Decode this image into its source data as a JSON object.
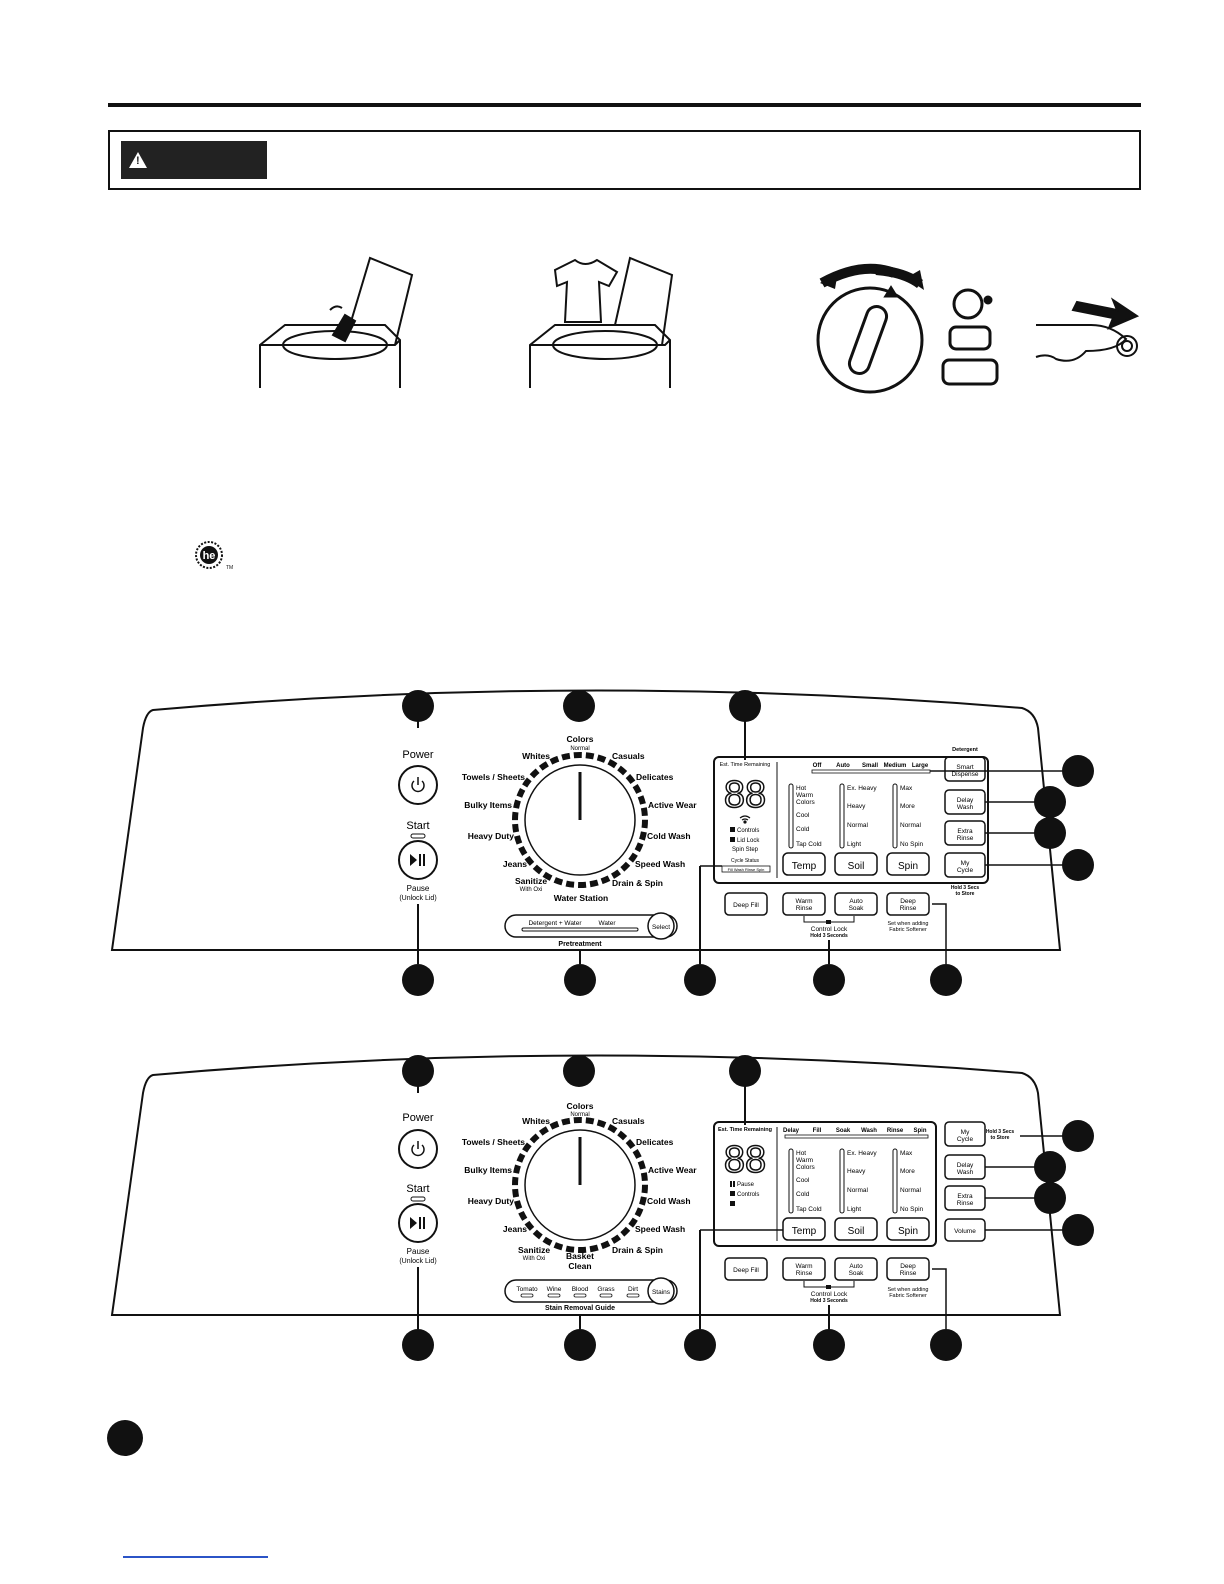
{
  "warning": {
    "badge_symbol": "!"
  },
  "panel_a": {
    "power_label": "Power",
    "start_label": "Start",
    "pause_label": "Pause",
    "unlock_label": "(Unlock Lid)",
    "dial_labels": {
      "colors": "Colors",
      "normal": "Normal",
      "whites": "Whites",
      "casuals": "Casuals",
      "towels": "Towels / Sheets",
      "delicates": "Delicates",
      "bulky": "Bulky Items",
      "active": "Active Wear",
      "heavy": "Heavy Duty",
      "cold": "Cold Wash",
      "jeans": "Jeans",
      "speed": "Speed Wash",
      "sanitize": "Sanitize",
      "oxi": "With Oxi",
      "drain": "Drain & Spin"
    },
    "water_station": "Water Station",
    "detergent_water": "Detergent + Water",
    "water": "Water",
    "select": "Select",
    "pretreatment": "Pretreatment",
    "est_time": "Est. Time Remaining",
    "digits": "88",
    "status": [
      "Controls",
      "Lid Lock",
      "Spin Step"
    ],
    "cycle_status": "Cycle Status",
    "cycle_steps": "Fill  Wash  Rinse  Spin",
    "dispense_levels": [
      "Off",
      "Auto",
      "Small",
      "Medium",
      "Large"
    ],
    "detergent_label": "Detergent",
    "temp_levels": [
      "Hot",
      "Warm",
      "Colors",
      "Cool",
      "Cold",
      "Tap Cold"
    ],
    "soil_levels": [
      "Ex. Heavy",
      "Heavy",
      "Normal",
      "Light"
    ],
    "spin_levels": [
      "Max",
      "More",
      "Normal",
      "No Spin"
    ],
    "temp_btn": "Temp",
    "soil_btn": "Soil",
    "spin_btn": "Spin",
    "smart_dispense": [
      "Smart",
      "Dispense"
    ],
    "delay_wash": [
      "Delay",
      "Wash"
    ],
    "extra_rinse": [
      "Extra",
      "Rinse"
    ],
    "my_cycle": [
      "My",
      "Cycle"
    ],
    "hold_store": [
      "Hold 3 Secs",
      "to Store"
    ],
    "deep_fill": "Deep Fill",
    "warm_rinse": [
      "Warm",
      "Rinse"
    ],
    "auto_soak": [
      "Auto",
      "Soak"
    ],
    "deep_rinse": [
      "Deep",
      "Rinse"
    ],
    "control_lock": "Control Lock",
    "hold_seconds": "Hold 3 Seconds",
    "softener": [
      "Set when adding",
      "Fabric Softener"
    ]
  },
  "panel_b": {
    "power_label": "Power",
    "start_label": "Start",
    "pause_label": "Pause",
    "unlock_label": "(Unlock Lid)",
    "basket_clean": [
      "Basket",
      "Clean"
    ],
    "stains": [
      "Tomato",
      "Wine",
      "Blood",
      "Grass",
      "Dirt"
    ],
    "stains_btn": "Stains",
    "stain_guide": "Stain Removal Guide",
    "est_time": "Est. Time Remaining",
    "digits": "88",
    "status": [
      "Pause",
      "Controls"
    ],
    "cycle_steps": [
      "Delay",
      "Fill",
      "Soak",
      "Wash",
      "Rinse",
      "Spin"
    ],
    "my_cycle": [
      "My",
      "Cycle"
    ],
    "hold_store": [
      "Hold 3 Secs",
      "to Store"
    ],
    "delay_wash": [
      "Delay",
      "Wash"
    ],
    "extra_rinse": [
      "Extra",
      "Rinse"
    ],
    "volume": "Volume"
  }
}
